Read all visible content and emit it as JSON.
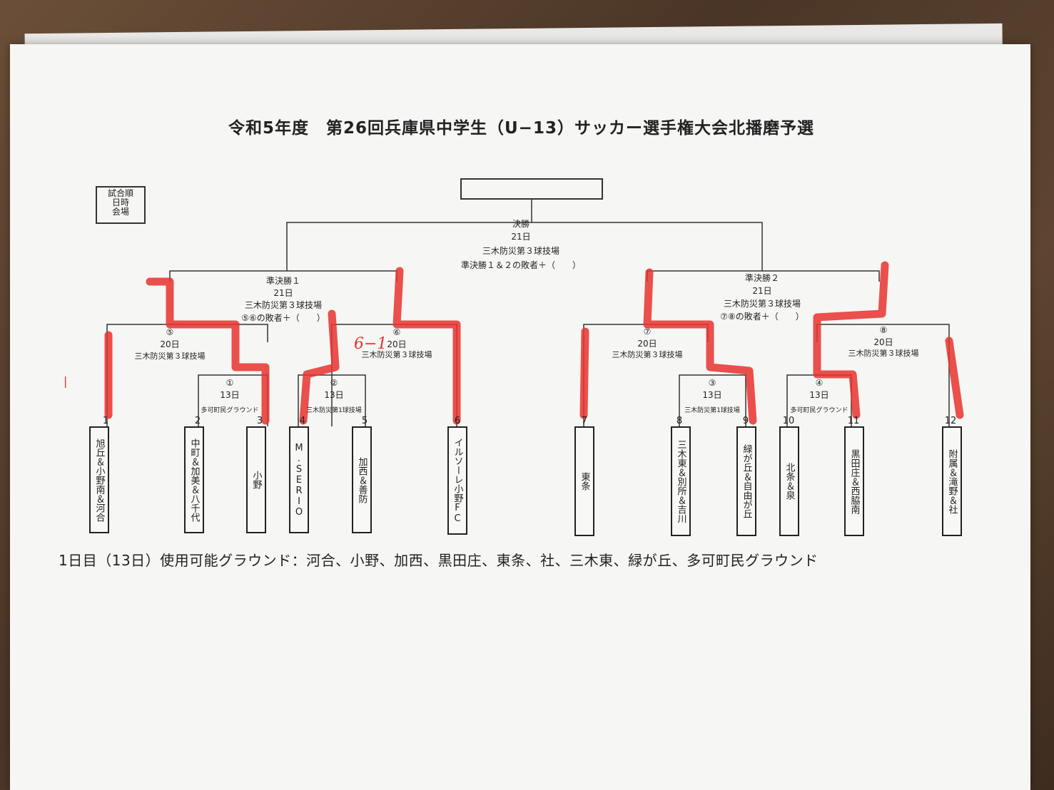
{
  "title": "令和5年度　第26回兵庫県中学生（U−13）サッカー選手権大会北播磨予選",
  "legend": [
    "試合順",
    "日時",
    "会場"
  ],
  "final": {
    "label": "決勝",
    "date": "21日",
    "venue": "三木防災第３球技場",
    "note": "準決勝１＆２の敗者＋（　　）"
  },
  "semi1": {
    "label": "準決勝１",
    "date": "21日",
    "venue": "三木防災第３球技場",
    "note": "⑤⑥の敗者＋（　　）"
  },
  "semi2": {
    "label": "準決勝２",
    "date": "21日",
    "venue": "三木防災第３球技場",
    "note": "⑦⑧の敗者＋（　　）"
  },
  "m5": {
    "num": "⑤",
    "date": "20日",
    "venue": "三木防災第３球技場"
  },
  "m6": {
    "num": "⑥",
    "date": "20日",
    "venue": "三木防災第３球技場"
  },
  "m7": {
    "num": "⑦",
    "date": "20日",
    "venue": "三木防災第３球技場"
  },
  "m8": {
    "num": "⑧",
    "date": "20日",
    "venue": "三木防災第３球技場"
  },
  "m1": {
    "num": "①",
    "date": "13日",
    "venue": "多可町民グラウンド"
  },
  "m2": {
    "num": "②",
    "date": "13日",
    "venue": "三木防災第1球技場"
  },
  "m3": {
    "num": "③",
    "date": "13日",
    "venue": "三木防災第1球技場"
  },
  "m4": {
    "num": "④",
    "date": "13日",
    "venue": "多可町民グラウンド"
  },
  "teams": [
    {
      "no": "1",
      "name": "旭丘＆小野南＆河合"
    },
    {
      "no": "2",
      "name": "中町＆加美＆八千代"
    },
    {
      "no": "3",
      "name": "小野"
    },
    {
      "no": "4",
      "name": "M.SERIO"
    },
    {
      "no": "5",
      "name": "加西＆善防"
    },
    {
      "no": "6",
      "name": "イルソーレ小野FC"
    },
    {
      "no": "7",
      "name": "東条"
    },
    {
      "no": "8",
      "name": "三木東＆別所＆吉川"
    },
    {
      "no": "9",
      "name": "緑が丘＆自由が丘"
    },
    {
      "no": "10",
      "name": "北条＆泉"
    },
    {
      "no": "11",
      "name": "黒田庄＆西脇南"
    },
    {
      "no": "12",
      "name": "附属＆滝野＆社"
    }
  ],
  "handwritten_score": "6−1",
  "footer": "1日目（13日）使用可能グラウンド：河合、小野、加西、黒田庄、東条、社、三木東、緑が丘、多可町民グラウンド",
  "colors": {
    "marker": "#e8322e",
    "ink": "#222222",
    "paper": "#f6f6f4"
  }
}
